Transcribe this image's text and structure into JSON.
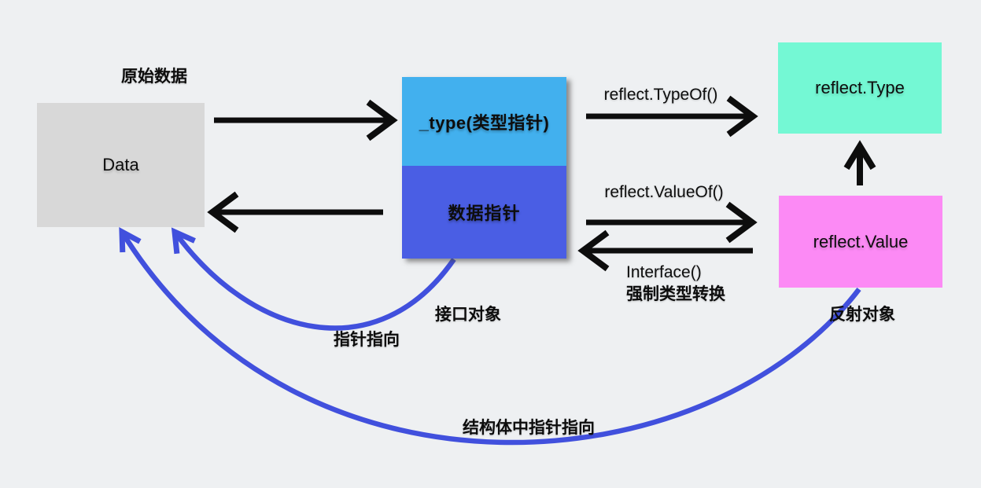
{
  "colors": {
    "background": "#eef0f2",
    "data_box": "#d8d8d8",
    "type_pointer_box": "#42b0ee",
    "data_pointer_box": "#4a5ee4",
    "reflect_type_box": "#74f8d4",
    "reflect_value_box": "#fc8af5",
    "black_arrow": "#0d0d0d",
    "blue_arrow": "#4150dd"
  },
  "nodes": {
    "data": {
      "label": "Data",
      "caption": "原始数据"
    },
    "interface": {
      "type_pointer_label": "_type(类型指针)",
      "data_pointer_label": "数据指针",
      "caption": "接口对象"
    },
    "reflect_type": {
      "label": "reflect.Type"
    },
    "reflect_value": {
      "label": "reflect.Value",
      "caption": "反射对象"
    }
  },
  "edges": {
    "typeof_label": "reflect.TypeOf()",
    "valueof_label": "reflect.ValueOf()",
    "interface_label_line1": "Interface()",
    "interface_label_line2": "强制类型转换",
    "pointer_label": "指针指向",
    "struct_pointer_label": "结构体中指针指向"
  }
}
